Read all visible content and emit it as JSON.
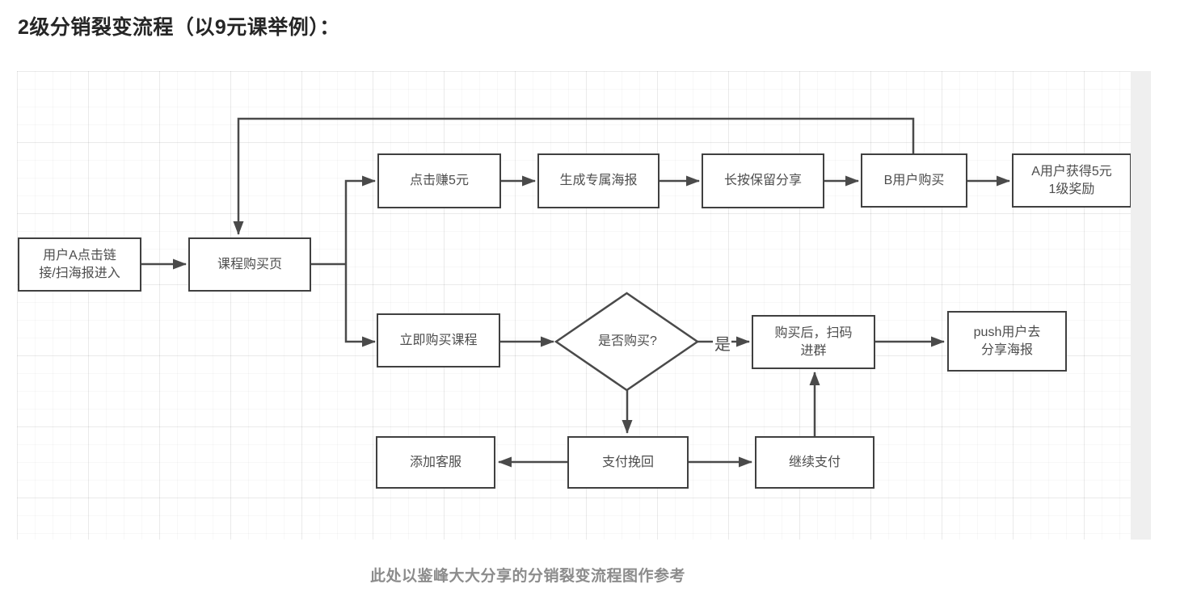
{
  "page": {
    "title": "2级分销裂变流程（以9元课举例）：",
    "caption": "此处以鉴峰大大分享的分销裂变流程图作参考"
  },
  "colors": {
    "line": "#4a4a4a",
    "box_border": "#404040",
    "box_fill": "#ffffff",
    "text": "#4d4d4d",
    "title_text": "#262626",
    "caption_text": "#8c8c8c",
    "canvas_strip": "#efefef"
  },
  "nodes": {
    "user_entry": {
      "label": "用户A点击链\n接/扫海报进入"
    },
    "course_page": {
      "label": "课程购买页"
    },
    "click_earn": {
      "label": "点击赚5元"
    },
    "gen_poster": {
      "label": "生成专属海报"
    },
    "long_press": {
      "label": "长按保留分享"
    },
    "b_user_buy": {
      "label": "B用户购买"
    },
    "a_reward": {
      "label": "A用户获得5元\n1级奖励"
    },
    "buy_now": {
      "label": "立即购买课程"
    },
    "decision": {
      "label": "是否购买?"
    },
    "after_buy": {
      "label": "购买后，扫码\n进群"
    },
    "push_share": {
      "label": "push用户去\n分享海报"
    },
    "add_service": {
      "label": "添加客服"
    },
    "pay_recover": {
      "label": "支付挽回"
    },
    "continue_pay": {
      "label": "继续支付"
    }
  },
  "edge_labels": {
    "yes": "是"
  }
}
